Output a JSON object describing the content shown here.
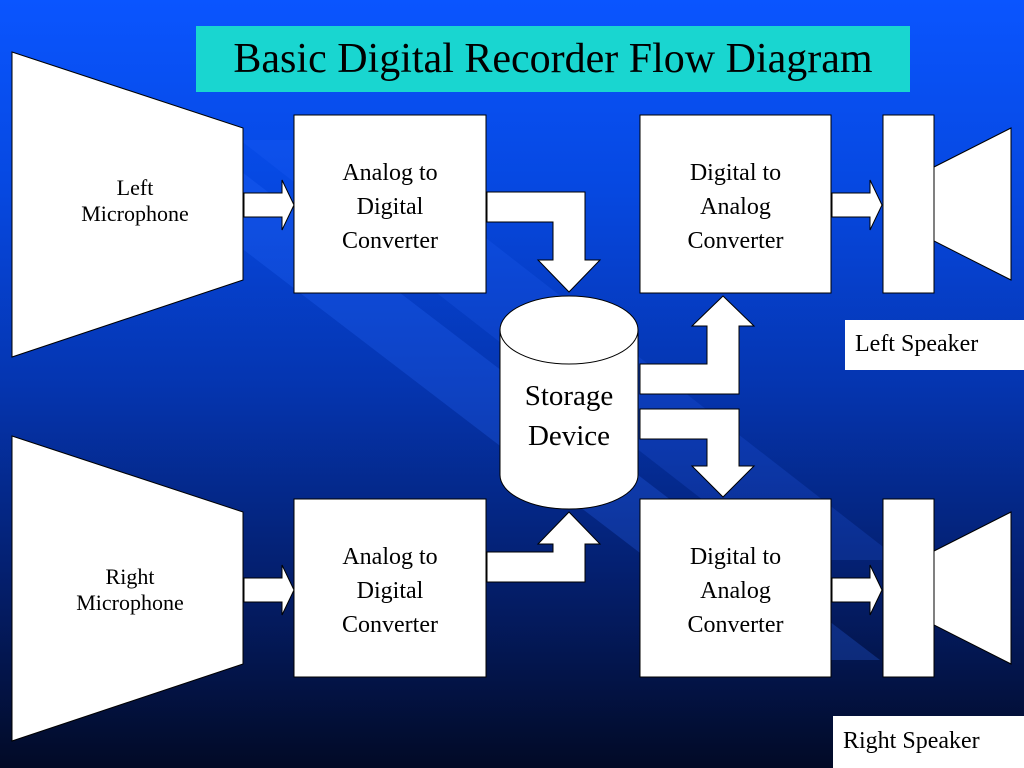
{
  "slide": {
    "title": "Basic Digital Recorder Flow Diagram",
    "left_mic": {
      "line1": "Left",
      "line2": "Microphone"
    },
    "right_mic": {
      "line1": "Right",
      "line2": "Microphone"
    },
    "adc_top": {
      "line1": "Analog to",
      "line2": "Digital",
      "line3": "Converter"
    },
    "adc_bottom": {
      "line1": "Analog to",
      "line2": "Digital",
      "line3": "Converter"
    },
    "dac_top": {
      "line1": "Digital to",
      "line2": "Analog",
      "line3": "Converter"
    },
    "dac_bottom": {
      "line1": "Digital to",
      "line2": "Analog",
      "line3": "Converter"
    },
    "storage": {
      "line1": "Storage",
      "line2": "Device"
    },
    "left_speaker": "Left Speaker",
    "right_speaker": "Right Speaker"
  },
  "colors": {
    "title_bg": "#19d6d0",
    "background_top": "#0a55ff",
    "background_bottom": "#020a26",
    "shapes": "#ffffff"
  }
}
